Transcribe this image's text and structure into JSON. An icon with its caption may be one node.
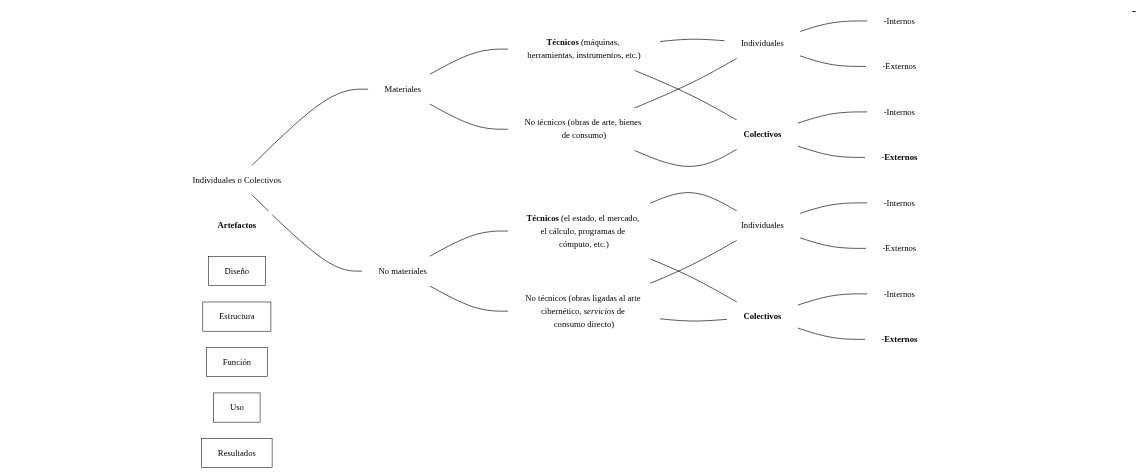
{
  "diagram": {
    "nodes": [
      {
        "text": [
          "Diseño"
        ]
      },
      {
        "text": [
          "Estructura"
        ]
      },
      {
        "text": [
          "Función"
        ]
      },
      {
        "text": [
          "Uso"
        ]
      },
      {
        "text": [
          "Resultados"
        ]
      },
      {
        "text": [
          "Artefactos"
        ]
      },
      {
        "text": [
          "Individuales o Colectivos"
        ]
      },
      {
        "text": [
          "Materiales"
        ]
      },
      {
        "text": [
          "No materiales"
        ]
      },
      {
        "text": [
          "**Técnicos** (máquinas, herramientas, instrumentos, etc.)"
        ]
      },
      {
        "text": [
          "No técnicos (obras de arte, bienes de consumo)"
        ]
      },
      {
        "text": [
          "**Técnicos** (el estado, el mercado, el cálculo, programas de cómputo, etc.)"
        ]
      },
      {
        "text": [
          "No técnicos (obras ligadas al arte cibernético, *servicios* de consumo directo)"
        ]
      },
      {
        "text": [
          "Individuales"
        ]
      },
      {
        "text": [
          "Colectivos"
        ]
      },
      {
        "text": [
          "Individuales"
        ]
      },
      {
        "text": [
          "Colectivos"
        ]
      },
      {
        "text": [
          "-Internos"
        ]
      },
      {
        "text": [
          "-Externos"
        ]
      },
      {
        "text": [
          "-Internos"
        ]
      },
      {
        "text": [
          "-**Externos**"
        ]
      },
      {
        "text": [
          "-Internos"
        ]
      },
      {
        "text": [
          "-Externos"
        ]
      },
      {
        "text": [
          "-Internos"
        ]
      },
      {
        "text": [
          "-**Externos**"
        ]
      }
    ],
    "edges": [
      {
        "from": 6,
        "to": 7,
        "arrow": "none"
      },
      {
        "from": 6,
        "to": 8,
        "arrow": "none"
      },
      {
        "from": 7,
        "to": 9,
        "arrow": "none"
      },
      {
        "from": 7,
        "to": 10,
        "arrow": "none"
      },
      {
        "from": 8,
        "to": 11,
        "arrow": "none"
      },
      {
        "from": 8,
        "to": 12,
        "arrow": "none"
      },
      {
        "from": 9,
        "to": 13,
        "arrow": "none"
      },
      {
        "from": 9,
        "to": 14,
        "arrow": "none"
      },
      {
        "from": 10,
        "to": 13,
        "arrow": "none"
      },
      {
        "from": 10,
        "to": 14,
        "arrow": "none"
      },
      {
        "from": 11,
        "to": 15,
        "arrow": "none"
      },
      {
        "from": 11,
        "to": 16,
        "arrow": "none"
      },
      {
        "from": 12,
        "to": 15,
        "arrow": "none"
      },
      {
        "from": 12,
        "to": 16,
        "arrow": "none"
      },
      {
        "from": 13,
        "to": 17,
        "arrow": "none"
      },
      {
        "from": 13,
        "to": 18,
        "arrow": "none"
      },
      {
        "from": 14,
        "to": 19,
        "arrow": "none"
      },
      {
        "from": 14,
        "to": 20,
        "arrow": "none"
      },
      {
        "from": 15,
        "to": 21,
        "arrow": "none"
      },
      {
        "from": 15,
        "to": 22,
        "arrow": "none"
      },
      {
        "from": 16,
        "to": 23,
        "arrow": "none"
      },
      {
        "from": 16,
        "to": 24,
        "arrow": "none"
      }
    ],
    "labels": [
      "-"
    ]
  }
}
